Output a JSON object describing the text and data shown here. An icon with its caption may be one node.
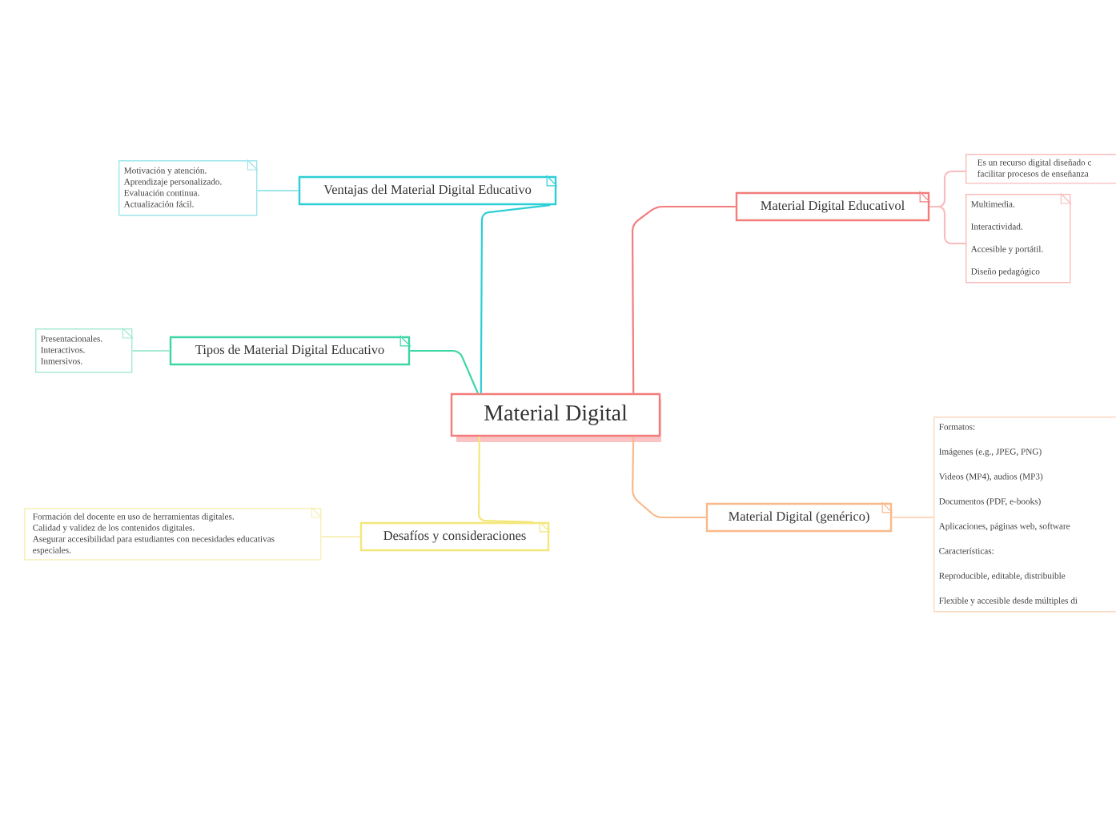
{
  "diagram": {
    "nodes": [
      {
        "text": [
          "Material Digital"
        ]
      },
      {
        "text": [
          "Ventajas del Material Digital Educativo"
        ]
      },
      {
        "text": [
          "Motivación y atención.",
          "Aprendizaje personalizado.",
          "Evaluación continua.",
          "Actualización fácil."
        ]
      },
      {
        "text": [
          "Tipos de Material Digital Educativo"
        ]
      },
      {
        "text": [
          "Presentacionales.",
          "Interactivos.",
          "Inmersivos."
        ]
      },
      {
        "text": [
          "Desafíos y consideraciones"
        ]
      },
      {
        "text": [
          "Formación del docente en uso de herramientas digitales.",
          "Calidad y validez de los contenidos digitales.",
          "Asegurar accesibilidad para estudiantes con necesidades educativas especiales."
        ]
      },
      {
        "text": [
          "Material Digital Educativol"
        ]
      },
      {
        "text": [
          "Es un recurso digital diseñado c facilitar procesos de enseñanza"
        ]
      },
      {
        "text": [
          "Multimedia.",
          "Interactividad.",
          "Accesible y portátil.",
          "Diseño pedagógico"
        ]
      },
      {
        "text": [
          "Material Digital (genérico)"
        ]
      },
      {
        "text": [
          "Formatos:",
          "Imágenes (e.g., JPEG, PNG)",
          "Videos (MP4), audios (MP3)",
          "Documentos (PDF, e-books)",
          "Aplicaciones, páginas web, software",
          "Características:",
          "Reproducible, editable, distribuible",
          "Flexible y accesible desde múltiples di"
        ]
      }
    ],
    "edges": [
      {
        "from": 0,
        "to": 1,
        "arrow": "none",
        "color": "#2ccfd6"
      },
      {
        "from": 1,
        "to": 2,
        "arrow": "none",
        "color": "#9de6ea"
      },
      {
        "from": 0,
        "to": 3,
        "arrow": "none",
        "color": "#3dd6a6"
      },
      {
        "from": 3,
        "to": 4,
        "arrow": "none",
        "color": "#a6ead3"
      },
      {
        "from": 0,
        "to": 5,
        "arrow": "none",
        "color": "#f3e77a"
      },
      {
        "from": 5,
        "to": 6,
        "arrow": "none",
        "color": "#f8f0b8"
      },
      {
        "from": 0,
        "to": 7,
        "arrow": "none",
        "color": "#f47c7c"
      },
      {
        "from": 7,
        "to": 8,
        "arrow": "none",
        "color": "#f9bcbc"
      },
      {
        "from": 7,
        "to": 9,
        "arrow": "none",
        "color": "#f9bcbc"
      },
      {
        "from": 0,
        "to": 10,
        "arrow": "none",
        "color": "#f9b98a"
      },
      {
        "from": 10,
        "to": 11,
        "arrow": "none",
        "color": "#fbd8bf"
      }
    ]
  }
}
